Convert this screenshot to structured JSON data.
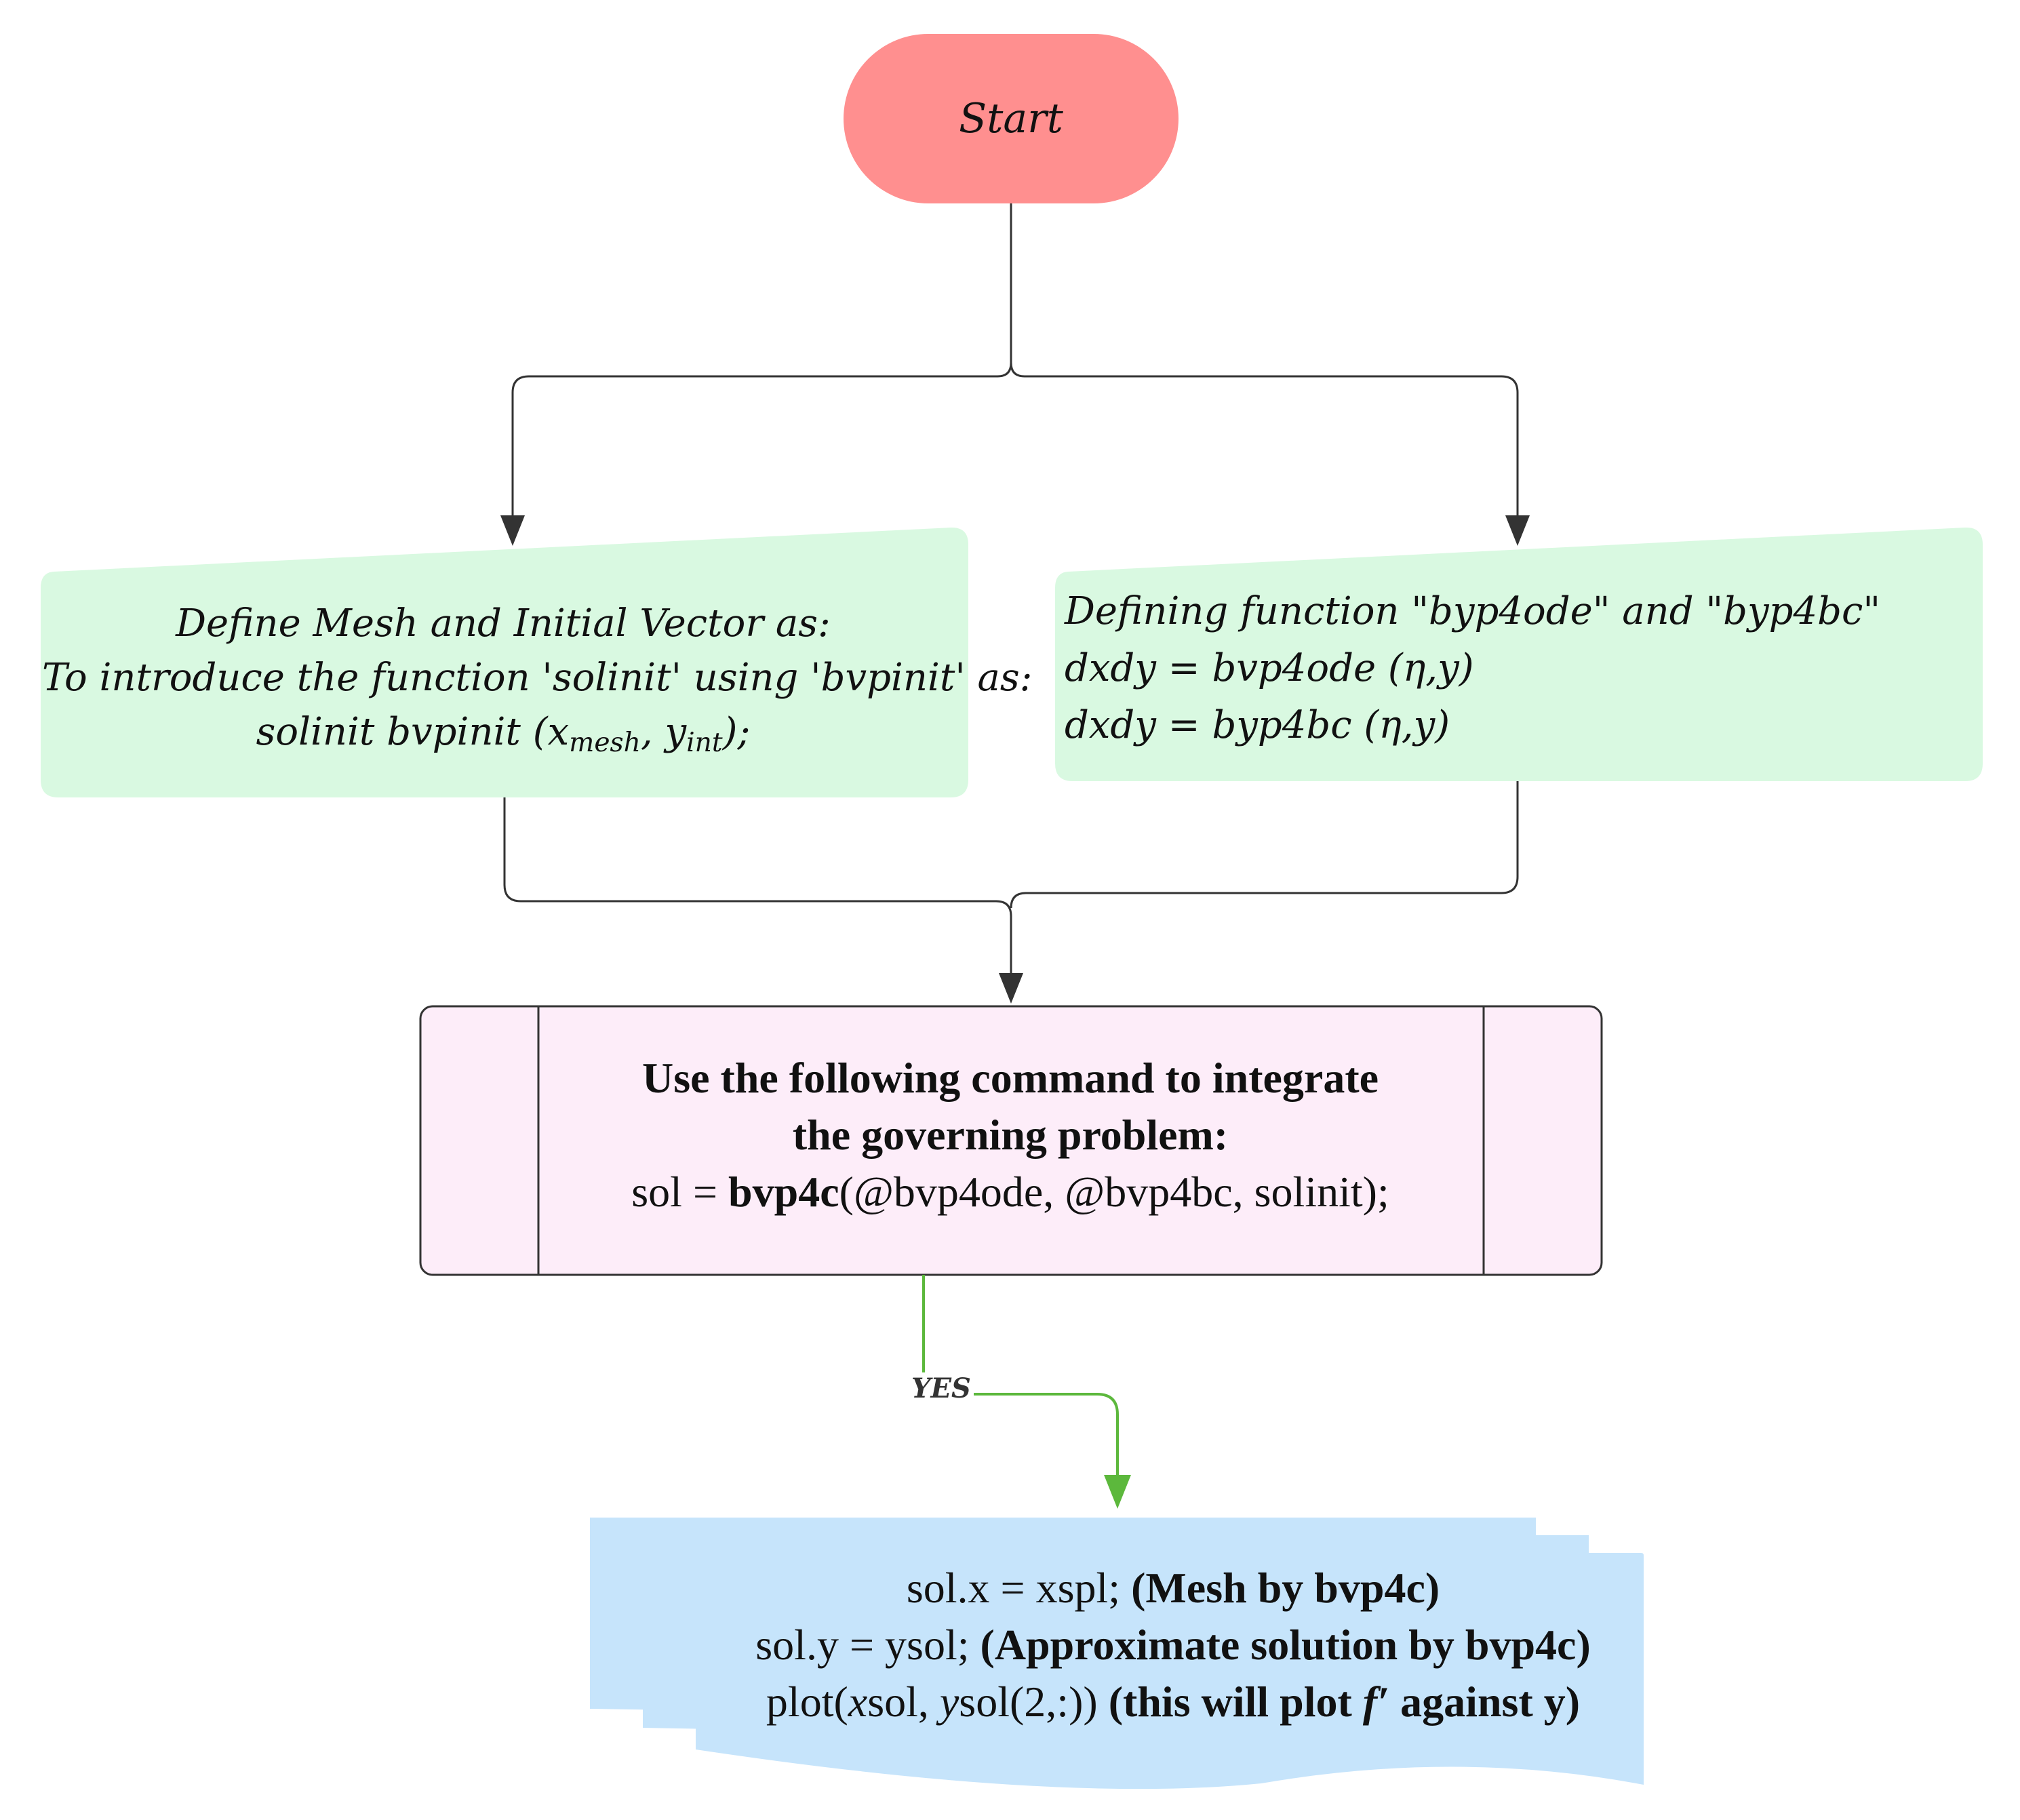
{
  "colors": {
    "start_fill": "#ff8f8f",
    "io_fill": "#d9f9e1",
    "process_fill": "#fdedf9",
    "output_fill": "#c6e4fb",
    "connector": "#333333",
    "yes_connector": "#5cb83c"
  },
  "start": {
    "label": "Start"
  },
  "mesh_box": {
    "line1": "Define Mesh and Initial Vector as:",
    "line2": "To introduce the function 'solinit' using 'bvpinit' as:",
    "line3_prefix": "solinit bvpinit (x",
    "line3_sub1": "mesh",
    "line3_mid": ", y",
    "line3_sub2": "int",
    "line3_suffix": ");"
  },
  "function_box": {
    "line1": "Defining function \"byp4ode\" and \"byp4bc\"",
    "line2": "dxdy = bvp4ode (η,y)",
    "line3": "dxdy = byp4bc (η,y)"
  },
  "process_box": {
    "line1": "Use the following command to integrate",
    "line2": "the governing problem:",
    "line3_prefix": "sol = ",
    "line3_bold": "bvp4c",
    "line3_suffix": "(@bvp4ode, @bvp4bc, solinit);"
  },
  "yes_label": "YES",
  "output_box": {
    "line1_code": "sol.x = xspl; ",
    "line1_note": "(Mesh by bvp4c)",
    "line2_code": "sol.y = ysol; ",
    "line2_note": "(Approximate solution by bvp4c)",
    "line3_a": "plot(",
    "line3_b": "x",
    "line3_c": "sol, ",
    "line3_d": "y",
    "line3_e": "sol(2,:)) ",
    "line3_note_a": "(this will plot ",
    "line3_note_b": "f′",
    "line3_note_c": " against y)"
  }
}
